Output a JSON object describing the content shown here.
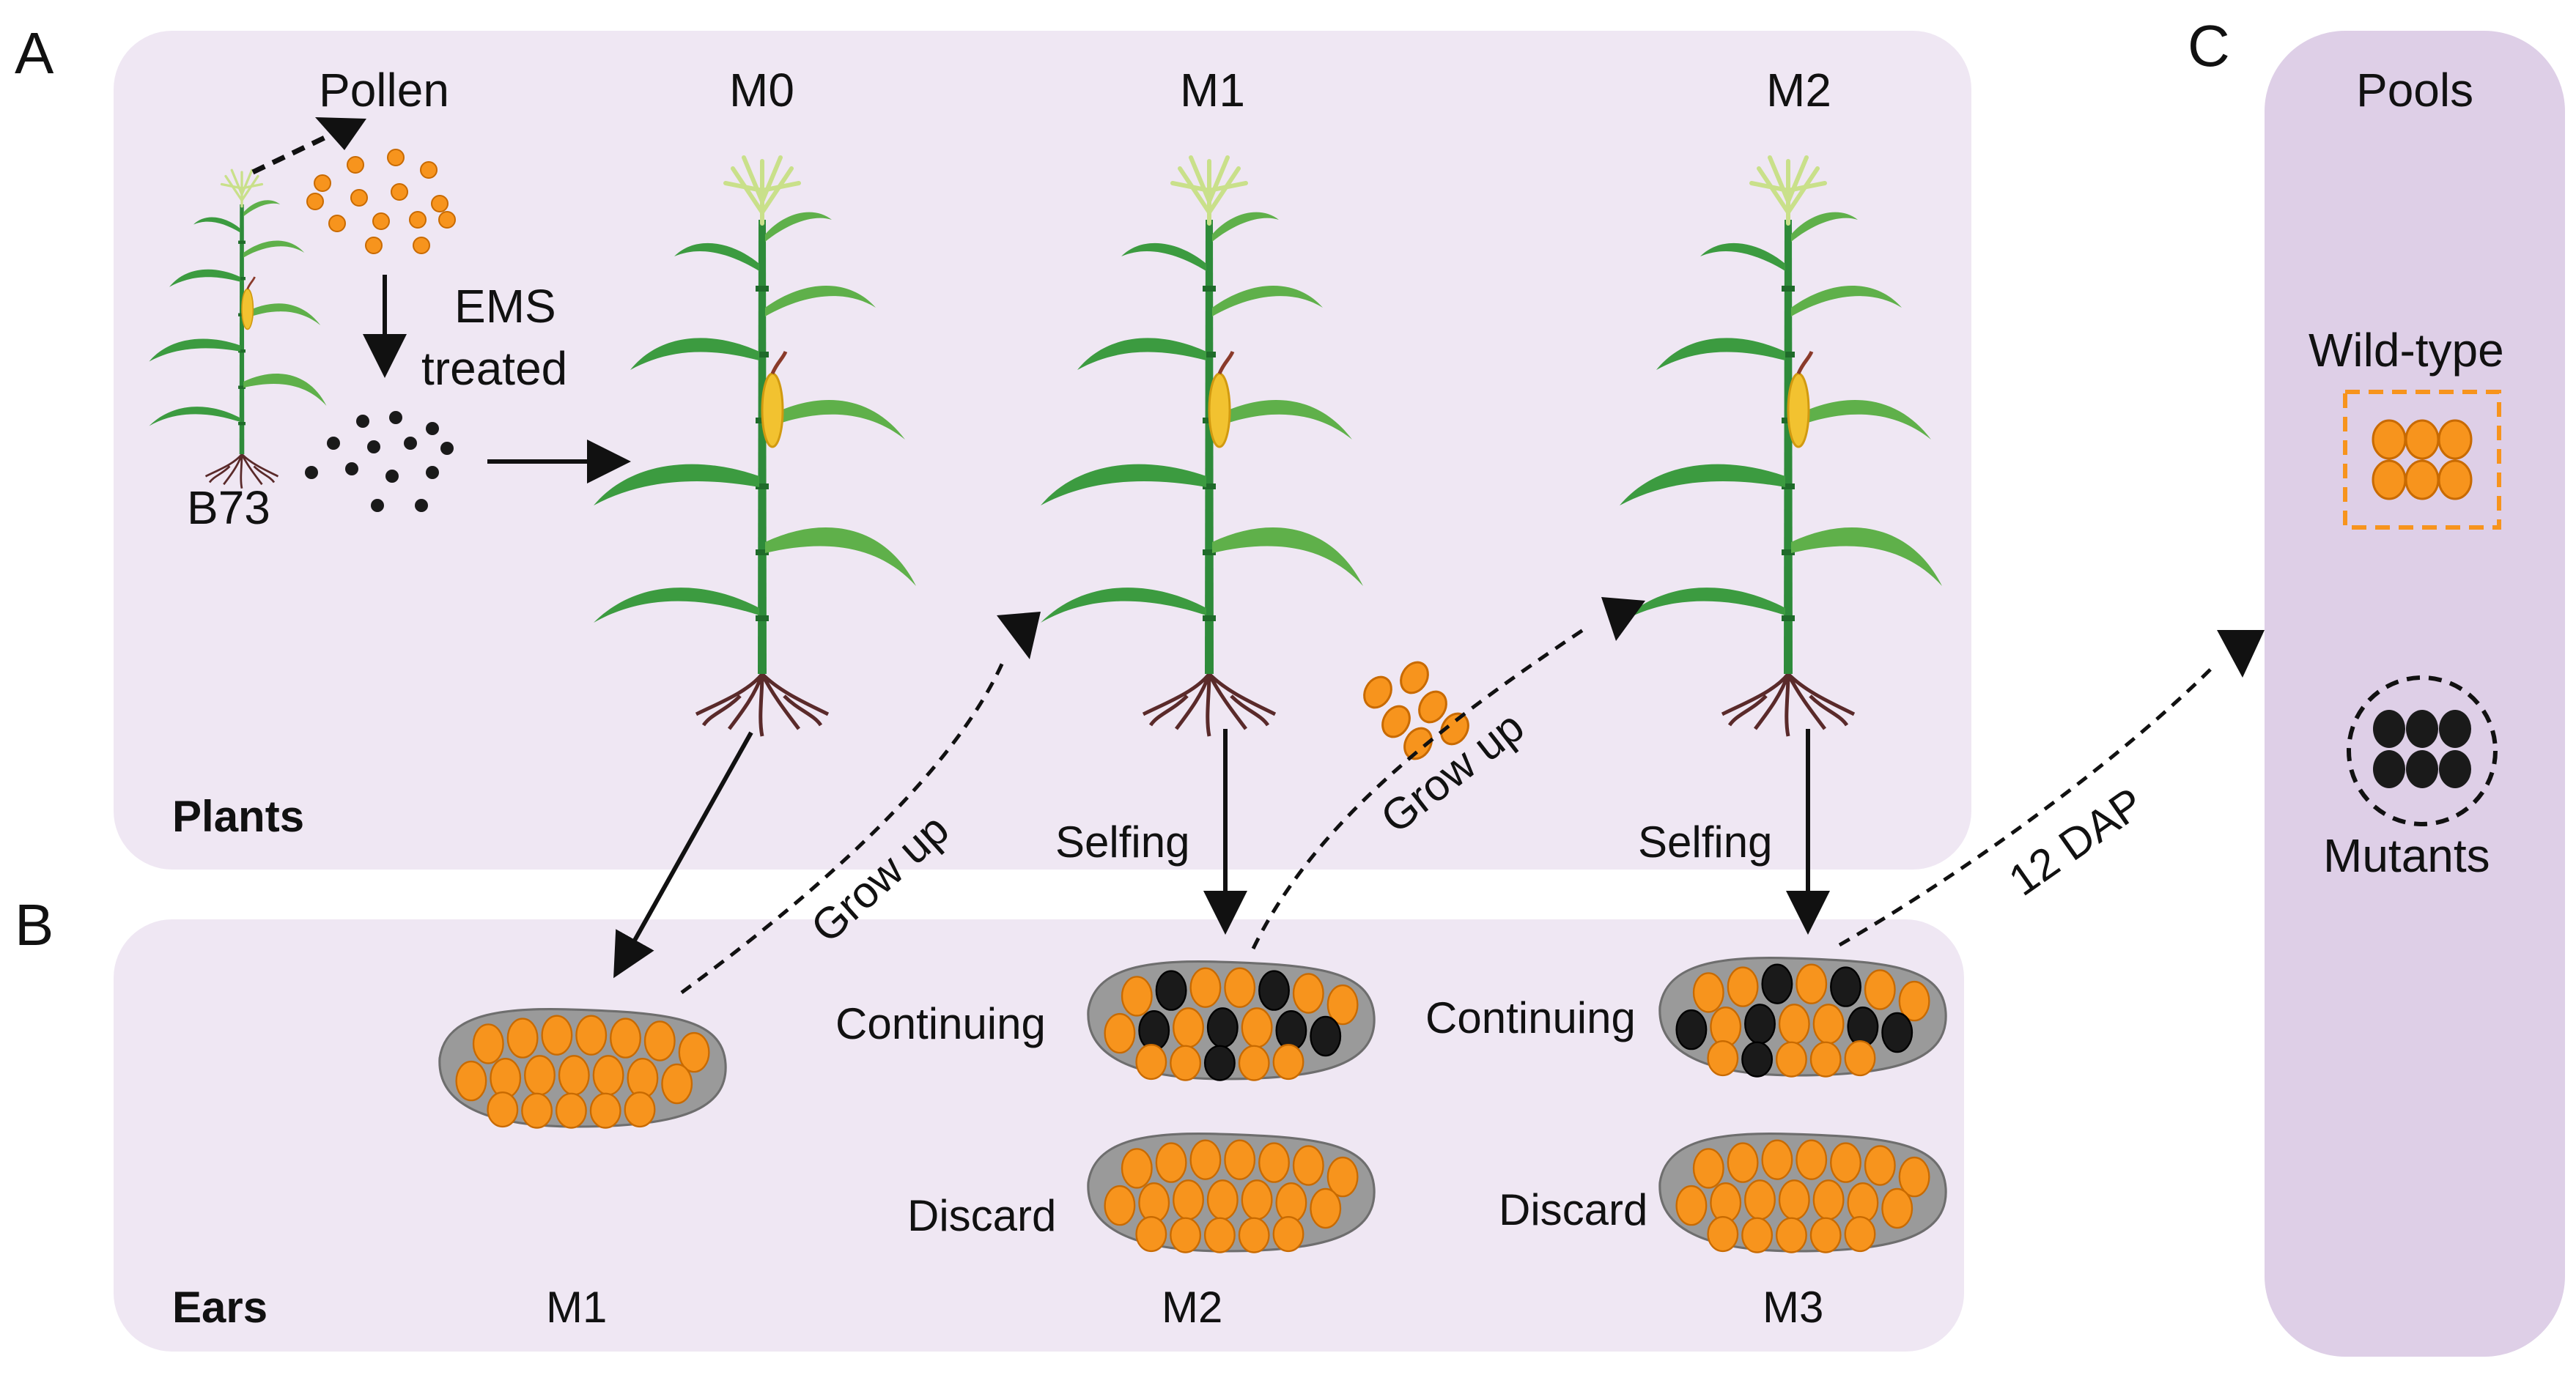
{
  "colors": {
    "panel_plants": "#efe7f3",
    "panel_ears": "#efe7f3",
    "panel_pools": "#decfe7",
    "kernel_orange": "#f7941d",
    "kernel_black": "#1a1a1a",
    "ear_grey": "#9a9a9a",
    "plant_green": "#2e8b3a",
    "plant_leaf": "#5fb04a",
    "tassel": "#c9e08a",
    "cob": "#f2c230",
    "root": "#5a2a2a",
    "wildtype_box": "#f7941d"
  },
  "panels": {
    "a": "A",
    "b": "B",
    "c": "C"
  },
  "plants": {
    "section_label": "Plants",
    "pollen": "Pollen",
    "ems_line1": "EMS",
    "ems_line2": "treated",
    "b73": "B73",
    "m0": "M0",
    "m1": "M1",
    "m2": "M2",
    "selfing_1": "Selfing",
    "selfing_2": "Selfing",
    "grow_up_1": "Grow up",
    "grow_up_2": "Grow up",
    "dap": "12 DAP"
  },
  "ears": {
    "section_label": "Ears",
    "m1": "M1",
    "m2": "M2",
    "m3": "M3",
    "continuing_1": "Continuing",
    "continuing_2": "Continuing",
    "discard_1": "Discard",
    "discard_2": "Discard"
  },
  "pools": {
    "title": "Pools",
    "wild_type": "Wild-type",
    "mutants": "Mutants"
  }
}
